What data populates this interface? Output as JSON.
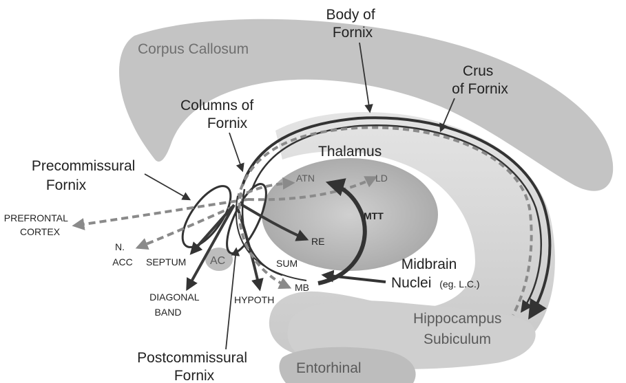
{
  "labels": {
    "corpus_callosum": "Corpus Callosum",
    "body_fornix_1": "Body of",
    "body_fornix_2": "Fornix",
    "crus_fornix_1": "Crus",
    "crus_fornix_2": "of Fornix",
    "columns_fornix_1": "Columns of",
    "columns_fornix_2": "Fornix",
    "thalamus": "Thalamus",
    "precommissural_1": "Precommissural",
    "precommissural_2": "Fornix",
    "prefrontal_1": "PREFRONTAL",
    "prefrontal_2": "CORTEX",
    "n_acc_1": "N.",
    "n_acc_2": "ACC",
    "septum": "SEPTUM",
    "ac": "AC",
    "diagonal_band_1": "DIAGONAL",
    "diagonal_band_2": "BAND",
    "hypoth": "HYPOTH",
    "atn": "ATN",
    "ld": "LD",
    "mtt": "MTT",
    "re": "RE",
    "sum": "SUM",
    "mb": "MB",
    "midbrain_1": "Midbrain",
    "midbrain_2": "Nuclei",
    "midbrain_note": "(eg. L.C.)",
    "hippocampus": "Hippocampus",
    "subiculum": "Subiculum",
    "entorhinal": "Entorhinal",
    "postcommissural_1": "Postcommissural",
    "postcommissural_2": "Fornix"
  },
  "colors": {
    "callosum": "#c4c4c4",
    "thalamus": "#bcbcbc",
    "hippocampus": "#d6d6d6",
    "entorhinal": "#bdbdbd",
    "fiber_dark": "#3a3a3a",
    "fiber_gray": "#8a8a8a"
  }
}
